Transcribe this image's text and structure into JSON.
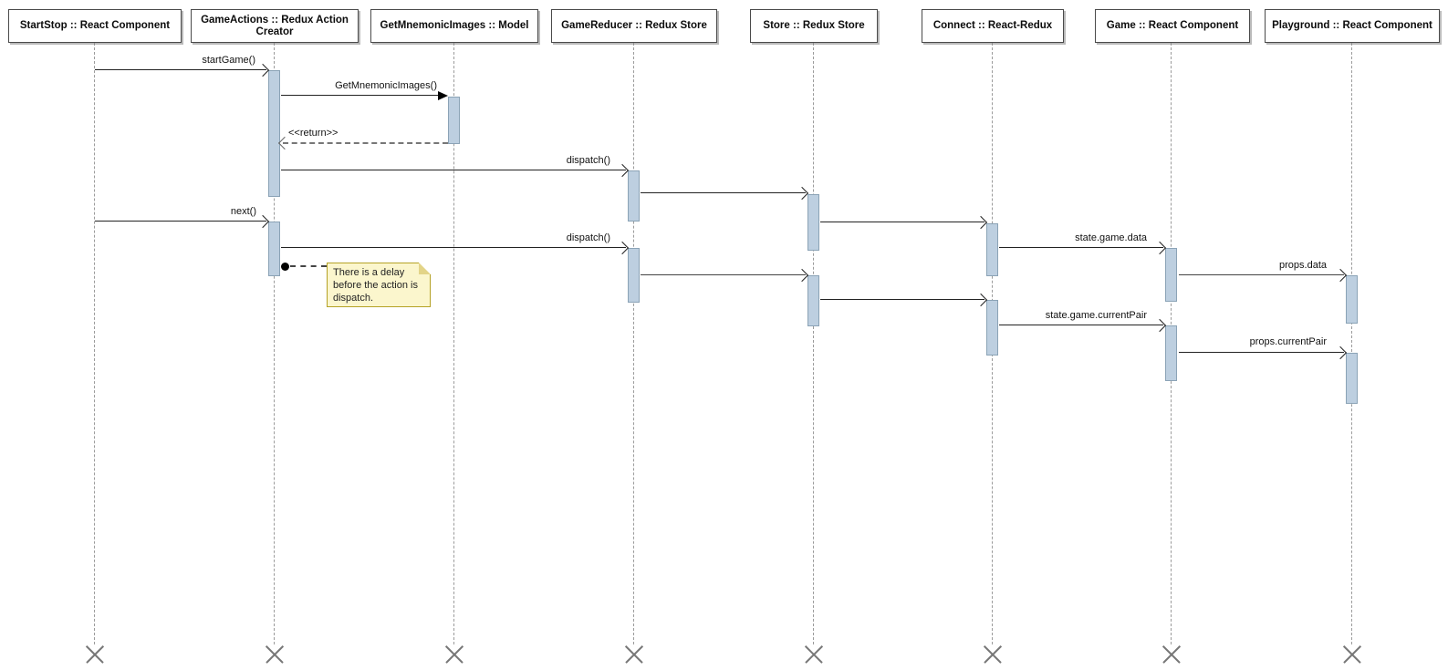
{
  "diagram_type": "uml-sequence",
  "participants": [
    {
      "id": "startstop",
      "label": "StartStop :: React Component"
    },
    {
      "id": "gameactions",
      "label": "GameActions :: Redux Action Creator"
    },
    {
      "id": "getmnemonicimages",
      "label": "GetMnemonicImages :: Model"
    },
    {
      "id": "gamereducer",
      "label": "GameReducer :: Redux Store"
    },
    {
      "id": "store",
      "label": "Store :: Redux Store"
    },
    {
      "id": "connect",
      "label": "Connect :: React-Redux"
    },
    {
      "id": "game",
      "label": "Game :: React Component"
    },
    {
      "id": "playground",
      "label": "Playground :: React Component"
    }
  ],
  "messages": [
    {
      "label": "startGame()",
      "from": "StartStop",
      "to": "GameActions",
      "kind": "async"
    },
    {
      "label": "GetMnemonicImages()",
      "from": "GameActions",
      "to": "GetMnemonicImages",
      "kind": "sync"
    },
    {
      "label": "<<return>>",
      "from": "GetMnemonicImages",
      "to": "GameActions",
      "kind": "return"
    },
    {
      "label": "dispatch()",
      "from": "GameActions",
      "to": "GameReducer",
      "kind": "async"
    },
    {
      "label": "",
      "from": "GameReducer",
      "to": "Store",
      "kind": "async"
    },
    {
      "label": "next()",
      "from": "StartStop",
      "to": "GameActions",
      "kind": "async"
    },
    {
      "label": "",
      "from": "Store",
      "to": "Connect",
      "kind": "async"
    },
    {
      "label": "dispatch()",
      "from": "GameActions",
      "to": "GameReducer",
      "kind": "async"
    },
    {
      "label": "state.game.data",
      "from": "Connect",
      "to": "Game",
      "kind": "async"
    },
    {
      "label": "",
      "from": "GameReducer",
      "to": "Store",
      "kind": "async"
    },
    {
      "label": "props.data",
      "from": "Game",
      "to": "Playground",
      "kind": "async"
    },
    {
      "label": "",
      "from": "Store",
      "to": "Connect",
      "kind": "async"
    },
    {
      "label": "state.game.currentPair",
      "from": "Connect",
      "to": "Game",
      "kind": "async"
    },
    {
      "label": "props.currentPair",
      "from": "Game",
      "to": "Playground",
      "kind": "async"
    }
  ],
  "note": {
    "text": "There is a delay before the action is dispatch."
  }
}
